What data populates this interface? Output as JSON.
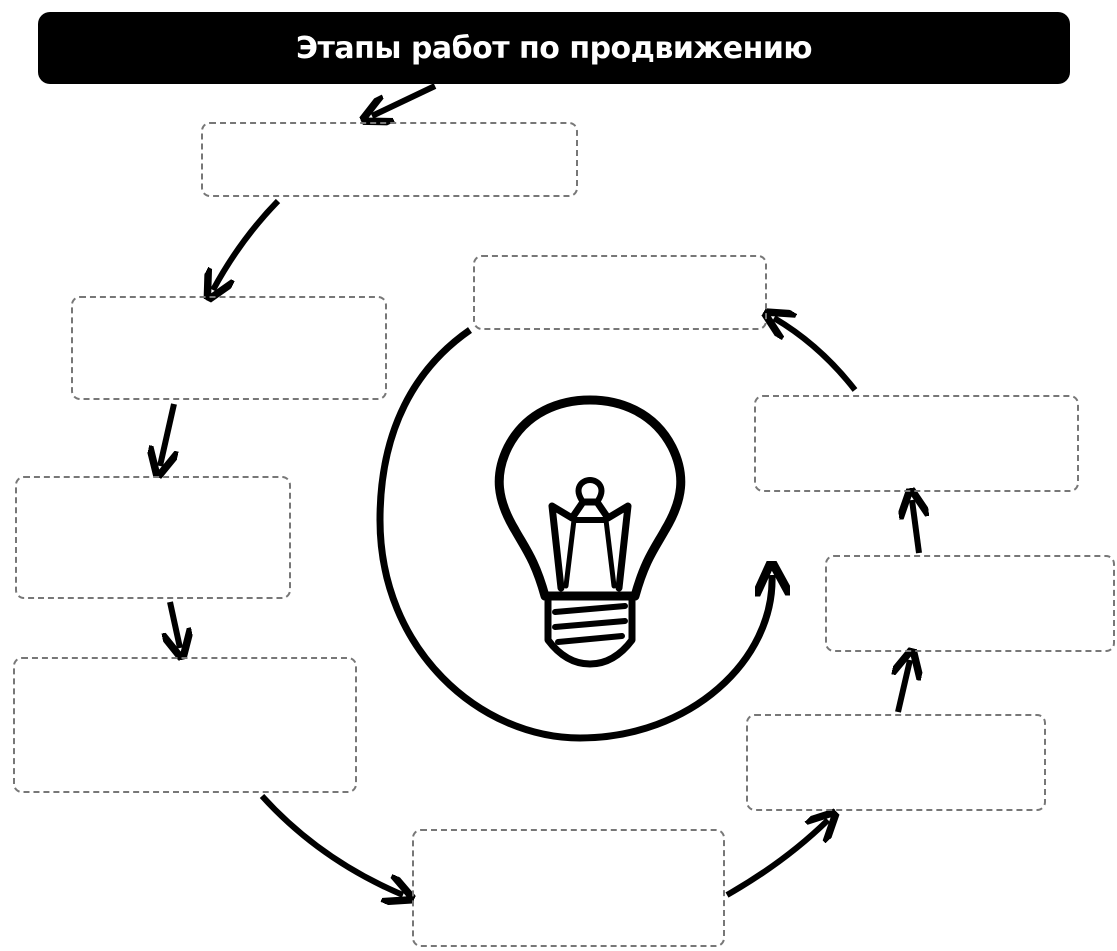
{
  "diagram": {
    "title": "Этапы работ по продвижению",
    "colors": {
      "title_background": "#000000",
      "title_text": "#ffffff",
      "arrow": "#000000",
      "box_border": "#777777"
    },
    "stages": [
      {
        "id": "stage-1",
        "text": ""
      },
      {
        "id": "stage-2",
        "text": ""
      },
      {
        "id": "stage-3",
        "text": ""
      },
      {
        "id": "stage-4",
        "text": ""
      },
      {
        "id": "stage-5",
        "text": ""
      },
      {
        "id": "stage-6",
        "text": ""
      },
      {
        "id": "stage-7",
        "text": ""
      },
      {
        "id": "stage-8",
        "text": ""
      },
      {
        "id": "stage-9",
        "text": ""
      }
    ],
    "center_icon": "lightbulb-icon",
    "center_cycle_icon": "circular-arrow-icon"
  }
}
